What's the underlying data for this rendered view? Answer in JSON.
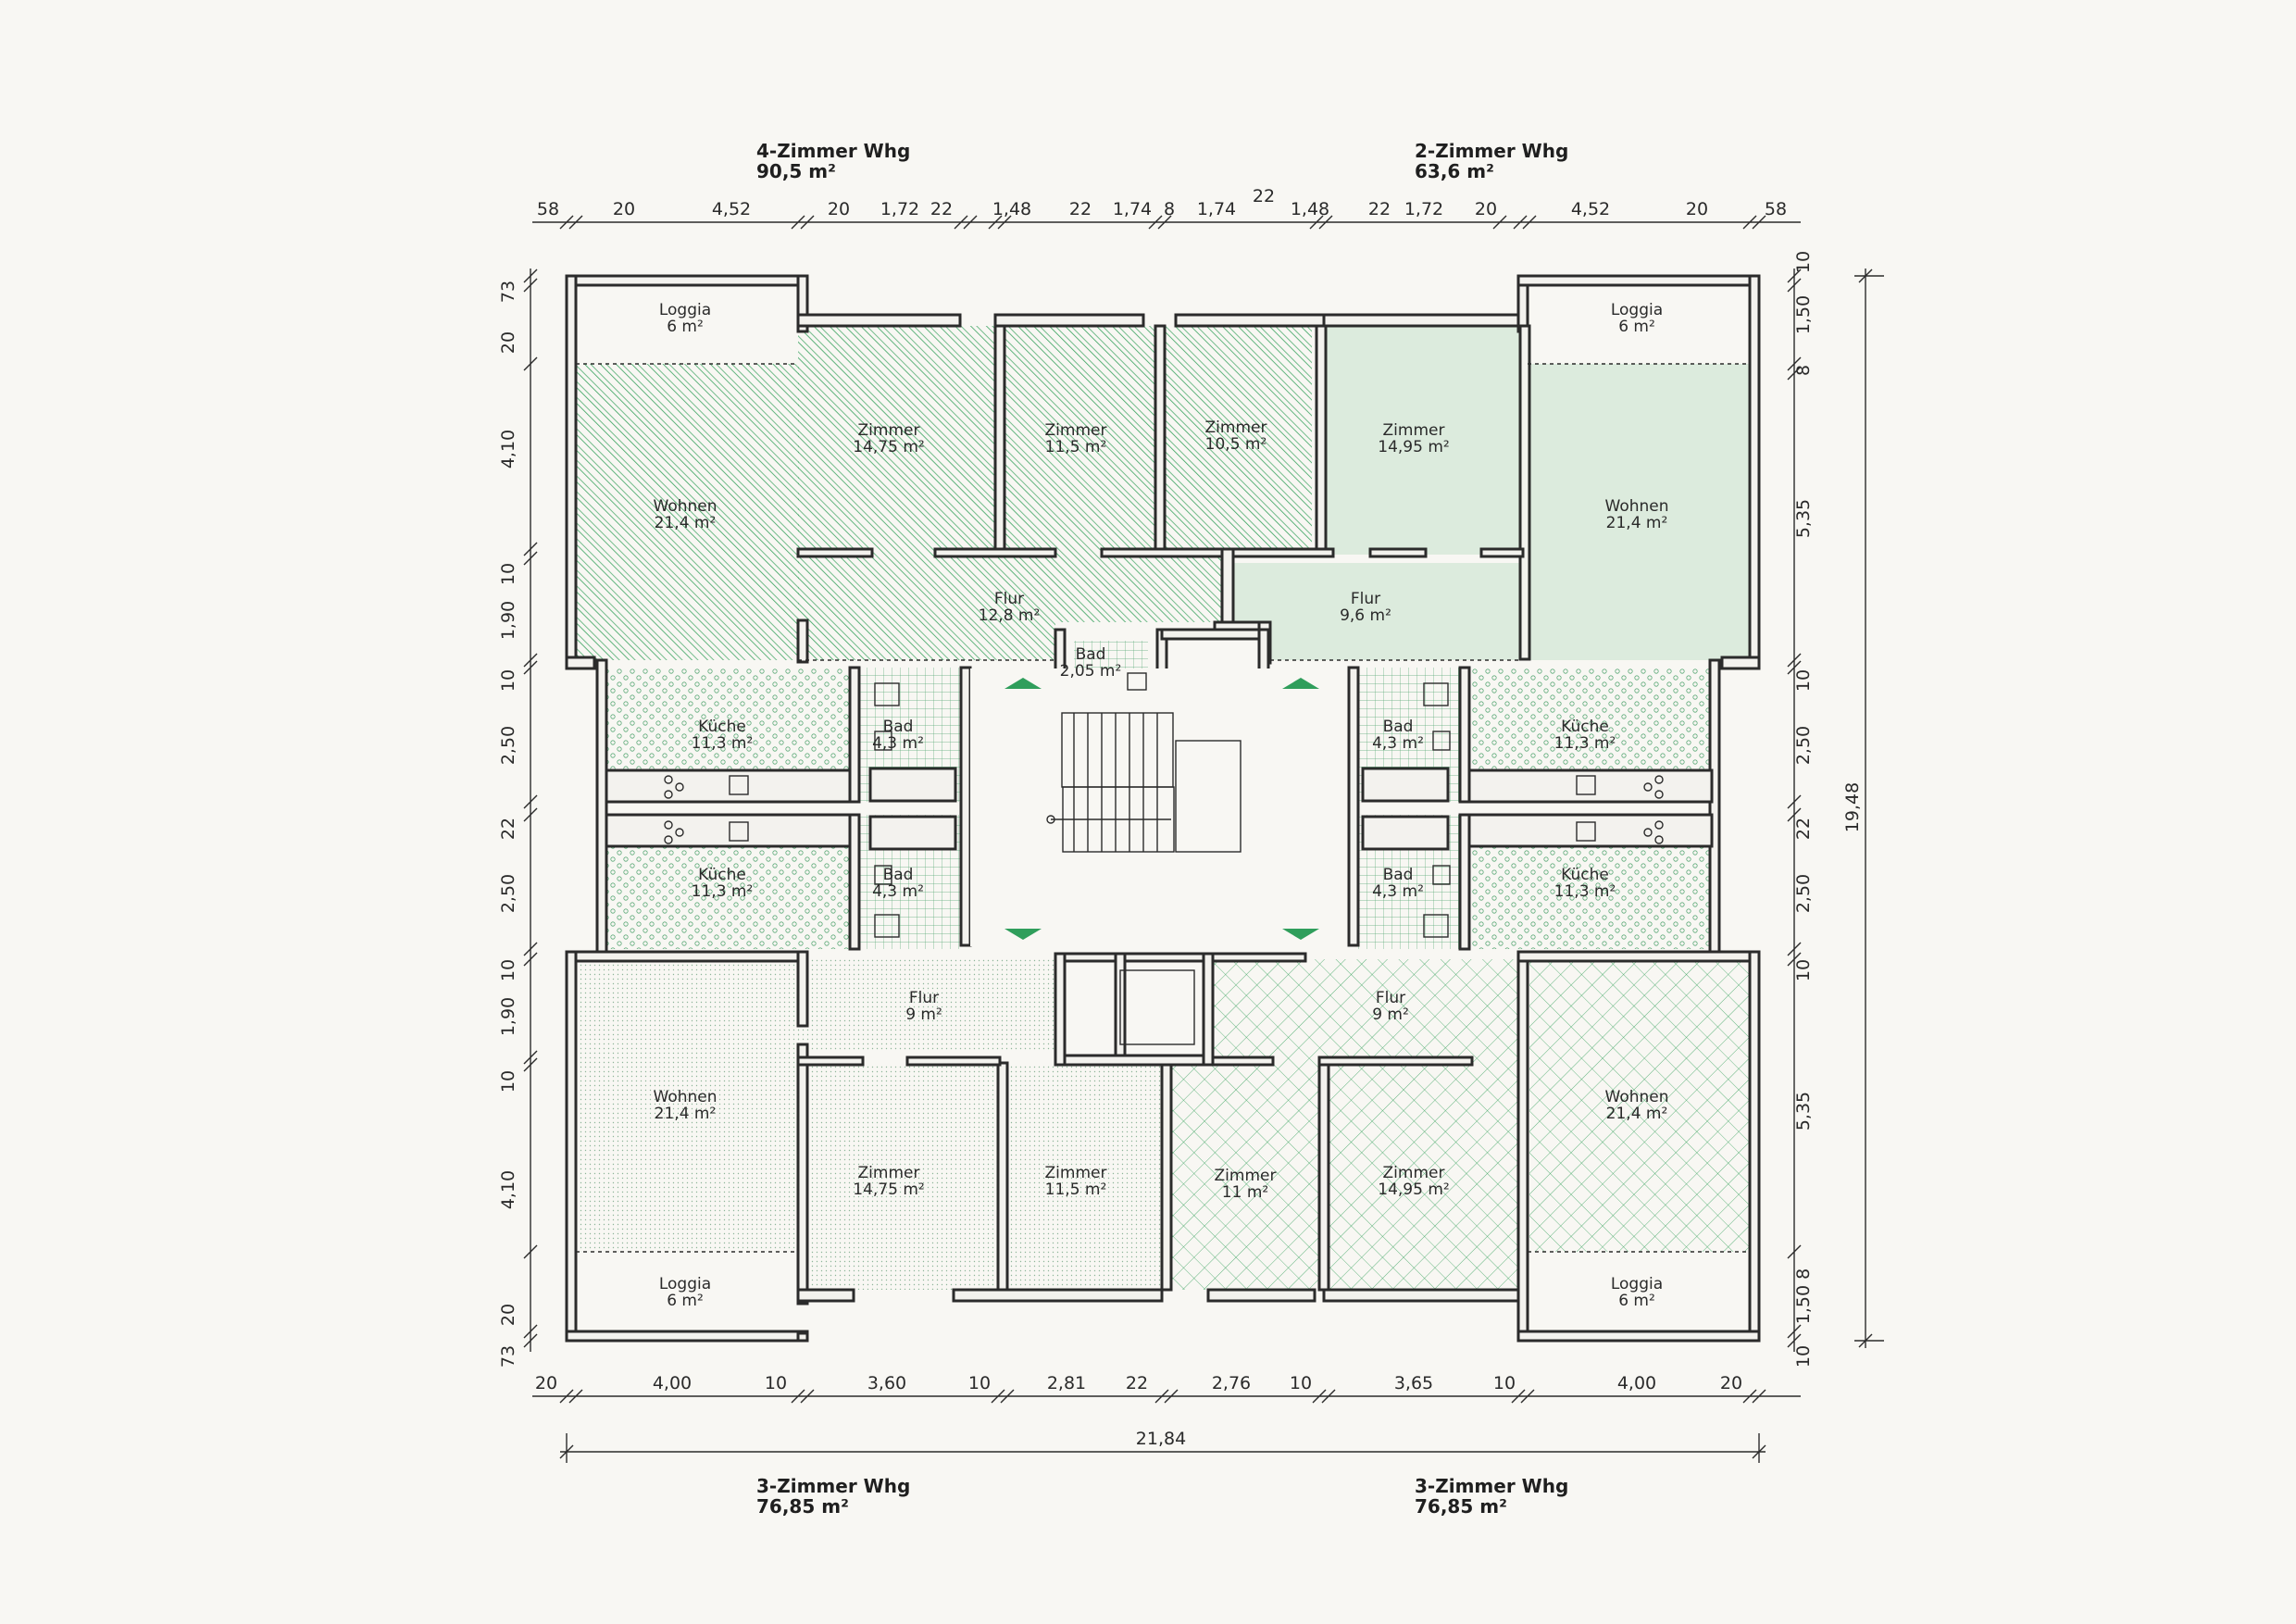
{
  "units": {
    "top_left": {
      "title": "4-Zimmer Whg",
      "area": "90,5 m²"
    },
    "top_right": {
      "title": "2-Zimmer Whg",
      "area": "63,6 m²"
    },
    "bottom_left": {
      "title": "3-Zimmer Whg",
      "area": "76,85 m²"
    },
    "bottom_right": {
      "title": "3-Zimmer Whg",
      "area": "76,85 m²"
    }
  },
  "rooms": [
    {
      "id": "tl-loggia",
      "name": "Loggia",
      "area": "6 m²"
    },
    {
      "id": "tl-wohnen",
      "name": "Wohnen",
      "area": "21,4 m²"
    },
    {
      "id": "tl-zimmer1",
      "name": "Zimmer",
      "area": "14,75 m²"
    },
    {
      "id": "tl-zimmer2",
      "name": "Zimmer",
      "area": "11,5 m²"
    },
    {
      "id": "tl-zimmer3",
      "name": "Zimmer",
      "area": "10,5 m²"
    },
    {
      "id": "tl-flur",
      "name": "Flur",
      "area": "12,8 m²"
    },
    {
      "id": "tl-bad-small",
      "name": "Bad",
      "area": "2,05 m²"
    },
    {
      "id": "tr-loggia",
      "name": "Loggia",
      "area": "6 m²"
    },
    {
      "id": "tr-zimmer",
      "name": "Zimmer",
      "area": "14,95 m²"
    },
    {
      "id": "tr-wohnen",
      "name": "Wohnen",
      "area": "21,4 m²"
    },
    {
      "id": "tr-flur",
      "name": "Flur",
      "area": "9,6 m²"
    },
    {
      "id": "ml-kueche1",
      "name": "Küche",
      "area": "11,3 m²"
    },
    {
      "id": "ml-bad1",
      "name": "Bad",
      "area": "4,3 m²"
    },
    {
      "id": "mr-bad1",
      "name": "Bad",
      "area": "4,3 m²"
    },
    {
      "id": "mr-kueche1",
      "name": "Küche",
      "area": "11,3 m²"
    },
    {
      "id": "ml-kueche2",
      "name": "Küche",
      "area": "11,3 m²"
    },
    {
      "id": "ml-bad2",
      "name": "Bad",
      "area": "4,3 m²"
    },
    {
      "id": "mr-bad2",
      "name": "Bad",
      "area": "4,3 m²"
    },
    {
      "id": "mr-kueche2",
      "name": "Küche",
      "area": "11,3 m²"
    },
    {
      "id": "bl-flur",
      "name": "Flur",
      "area": "9 m²"
    },
    {
      "id": "br-flur",
      "name": "Flur",
      "area": "9 m²"
    },
    {
      "id": "bl-wohnen",
      "name": "Wohnen",
      "area": "21,4 m²"
    },
    {
      "id": "bl-zimmer1",
      "name": "Zimmer",
      "area": "14,75 m²"
    },
    {
      "id": "bl-zimmer2",
      "name": "Zimmer",
      "area": "11,5 m²"
    },
    {
      "id": "br-zimmer1",
      "name": "Zimmer",
      "area": "11 m²"
    },
    {
      "id": "br-zimmer2",
      "name": "Zimmer",
      "area": "14,95 m²"
    },
    {
      "id": "br-wohnen",
      "name": "Wohnen",
      "area": "21,4 m²"
    },
    {
      "id": "bl-loggia",
      "name": "Loggia",
      "area": "6 m²"
    },
    {
      "id": "br-loggia",
      "name": "Loggia",
      "area": "6 m²"
    }
  ],
  "dimensions": {
    "top_above": "22",
    "top": [
      "58",
      "20",
      "4,52",
      "20",
      "1,72",
      "22",
      "1,48",
      "22",
      "1,74",
      "8",
      "1,74",
      "1,48",
      "22",
      "1,72",
      "20",
      "4,52",
      "20",
      "58"
    ],
    "bottom": [
      "20",
      "4,00",
      "10",
      "3,60",
      "10",
      "2,81",
      "22",
      "2,76",
      "10",
      "3,65",
      "10",
      "4,00",
      "20"
    ],
    "total_width": "21,84",
    "left": [
      "73",
      "20",
      "4,10",
      "10",
      "1,90",
      "10",
      "2,50",
      "22",
      "2,50",
      "10",
      "1,90",
      "10",
      "4,10",
      "20",
      "73"
    ],
    "right": [
      "10",
      "1,50",
      "8",
      "5,35",
      "10",
      "2,50",
      "22",
      "2,50",
      "10",
      "5,35",
      "1,50 8",
      "10"
    ],
    "total_height": "19,48"
  },
  "colors": {
    "background": "#f8f7f3",
    "wall": "#2b2b2b",
    "solid_green": "#dcebdd",
    "pattern_green": "#3aa35f",
    "arrow_green": "#2f9e5b"
  },
  "icons": [
    "stair-up-arrow-icon",
    "stair-down-arrow-icon",
    "stove-icon",
    "sink-icon",
    "washbasin-icon",
    "toilet-icon",
    "bathtub-icon"
  ]
}
